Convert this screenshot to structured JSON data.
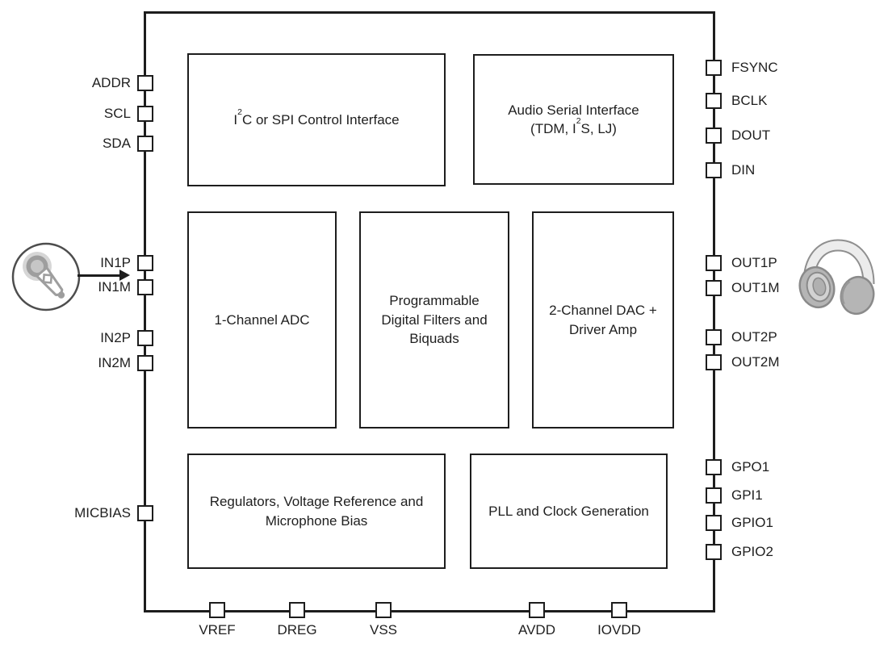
{
  "colors": {
    "line": "#1d1d1d",
    "text": "#1f1f1f",
    "background": "#ffffff",
    "icon_gray": "#9e9e9e",
    "icon_mid_gray": "#b5b5b5",
    "icon_light_gray": "#d9d9d9"
  },
  "blocks": {
    "i2c_spi": {
      "pre": "I",
      "sup": "2",
      "post": "C or SPI Control Interface"
    },
    "asi": {
      "line1": "Audio Serial Interface",
      "l2_pre": "(TDM, I",
      "l2_sup": "2",
      "l2_post": "S, LJ)"
    },
    "adc": {
      "line1": "1-Channel ADC"
    },
    "filters": {
      "line1": "Programmable",
      "line2": "Digital Filters and",
      "line3": "Biquads"
    },
    "dac": {
      "line1": "2-Channel DAC +",
      "line2": "Driver Amp"
    },
    "regulators": {
      "line1": "Regulators, Voltage Reference and",
      "line2": "Microphone Bias"
    },
    "pll": {
      "line1": "PLL and Clock Generation"
    }
  },
  "pins": {
    "left": [
      {
        "label": "ADDR"
      },
      {
        "label": "SCL"
      },
      {
        "label": "SDA"
      },
      {
        "label": "IN1P"
      },
      {
        "label": "IN1M"
      },
      {
        "label": "IN2P"
      },
      {
        "label": "IN2M"
      },
      {
        "label": "MICBIAS"
      }
    ],
    "right": [
      {
        "label": "FSYNC"
      },
      {
        "label": "BCLK"
      },
      {
        "label": "DOUT"
      },
      {
        "label": "DIN"
      },
      {
        "label": "OUT1P"
      },
      {
        "label": "OUT1M"
      },
      {
        "label": "OUT2P"
      },
      {
        "label": "OUT2M"
      },
      {
        "label": "GPO1"
      },
      {
        "label": "GPI1"
      },
      {
        "label": "GPIO1"
      },
      {
        "label": "GPIO2"
      }
    ],
    "bottom": [
      {
        "label": "VREF"
      },
      {
        "label": "DREG"
      },
      {
        "label": "VSS"
      },
      {
        "label": "AVDD"
      },
      {
        "label": "IOVDD"
      }
    ]
  },
  "icons": {
    "microphone": "microphone-icon",
    "headphones": "headphones-icon"
  }
}
